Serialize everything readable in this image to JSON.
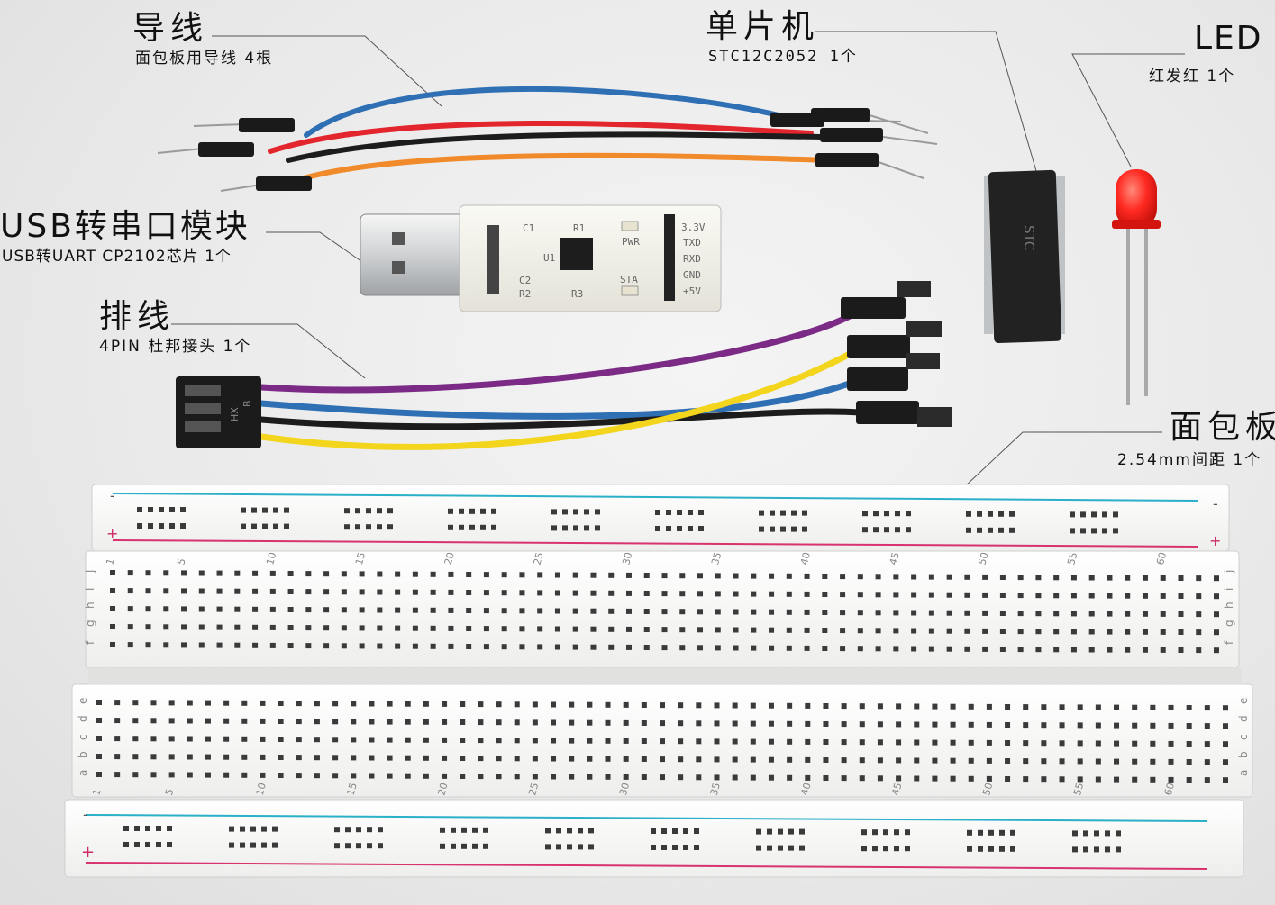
{
  "labels": {
    "wires": {
      "title": "导线",
      "desc": "面包板用导线 4根"
    },
    "mcu": {
      "title": "单片机",
      "desc": "STC12C2052 1个"
    },
    "led": {
      "title": "LED",
      "desc": "红发红 1个"
    },
    "usb": {
      "title": "USB转串口模块",
      "desc": "USB转UART CP2102芯片 1个"
    },
    "cable": {
      "title": "排线",
      "desc": "4PIN 杜邦接头 1个"
    },
    "breadboard": {
      "title": "面包板",
      "desc": "2.54mm间距 1个"
    }
  },
  "usb_board": {
    "silk_left": [
      "C1",
      "R1",
      "U1",
      "C2",
      "R2",
      "R3"
    ],
    "silk_led": [
      "PWR",
      "STA"
    ],
    "pins": [
      "3.3V",
      "TXD",
      "RXD",
      "GND",
      "+5V"
    ]
  },
  "ribbon_connector": {
    "marks": [
      "HX",
      "B"
    ]
  },
  "chip_marking": "STC",
  "breadboard_numbers": [
    "1",
    "5",
    "10",
    "15",
    "20",
    "25",
    "30",
    "35",
    "40",
    "45",
    "50",
    "55",
    "60"
  ],
  "breadboard_rows_top": [
    "f",
    "g",
    "h",
    "i",
    "j"
  ],
  "breadboard_rows_bottom": [
    "a",
    "b",
    "c",
    "d",
    "e"
  ],
  "rail_signs": {
    "minus": "-",
    "plus": "+"
  },
  "colors": {
    "wire_blue": "#2f6fb4",
    "wire_red": "#e3262e",
    "wire_orange": "#f08a2a",
    "wire_black": "#1c1c1c",
    "wire_purple": "#7b2a86",
    "wire_yellow": "#f2d51c",
    "rail_blue": "#2ab0c8",
    "rail_red": "#d8326f",
    "led_red": "#ff2a22"
  }
}
